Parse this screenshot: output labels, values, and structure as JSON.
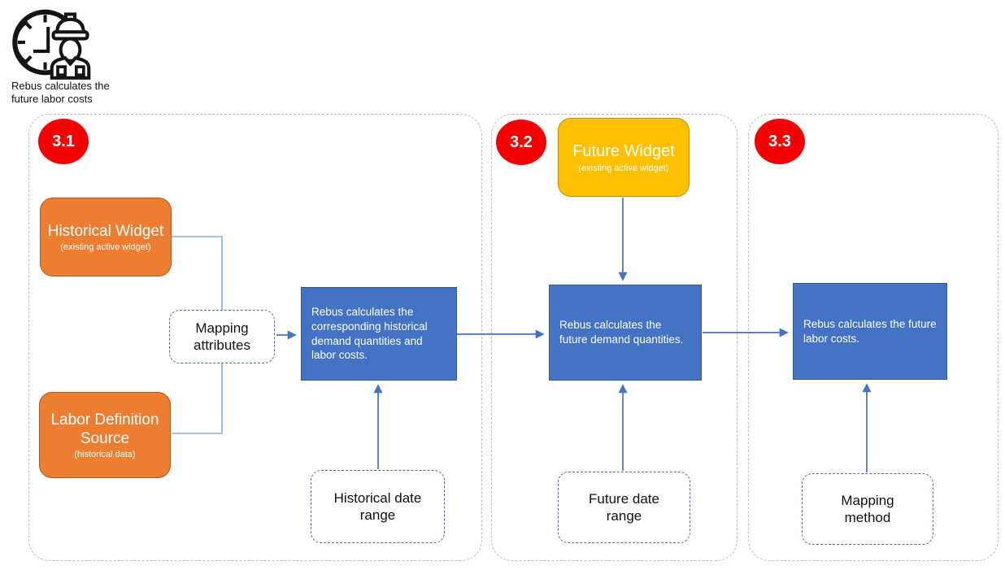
{
  "header": {
    "icon": "worker-clock-icon",
    "caption": "Rebus calculates the future labor costs"
  },
  "colors": {
    "accent_orange": "#ED7D31",
    "accent_gold": "#FFC000",
    "accent_blue": "#4472C4",
    "badge_red": "#F50000",
    "connector_light": "#8FAADC",
    "connector_dark": "#4472C4",
    "container_dash_gray": "#B9BCC4",
    "dashed_box_border": "#53689A"
  },
  "sections": [
    {
      "badge": "3.1"
    },
    {
      "badge": "3.2"
    },
    {
      "badge": "3.3"
    }
  ],
  "nodes": {
    "historical_widget": {
      "title": "Historical Widget",
      "subtitle": "(existing active widget)"
    },
    "labor_definition_source": {
      "title": "Labor Definition Source",
      "subtitle": "(historical data)"
    },
    "mapping_attributes": {
      "label": "Mapping attributes"
    },
    "calc_historical": {
      "text": "Rebus calculates the corresponding historical demand quantities and labor costs."
    },
    "historical_date_range": {
      "label": "Historical date range"
    },
    "future_widget": {
      "title": "Future Widget",
      "subtitle": "(existing active widget)"
    },
    "calc_future_demand": {
      "text": "Rebus calculates the future demand quantities."
    },
    "future_date_range": {
      "label": "Future date range"
    },
    "calc_future_labor": {
      "text": "Rebus calculates the future labor costs."
    },
    "mapping_method": {
      "label": "Mapping method"
    }
  }
}
